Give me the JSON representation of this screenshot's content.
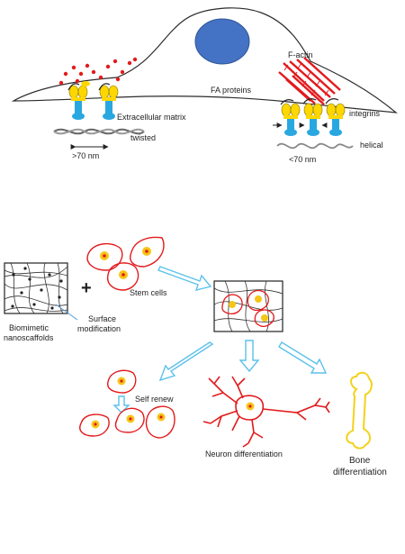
{
  "labels": {
    "f_actin": "F-actin",
    "fa_proteins": "FA proteins",
    "extracellular_matrix": "Extracellular matrix",
    "integrins": "integrins",
    "twisted": "twisted",
    "helical": "helical",
    "gt70": ">70 nm",
    "lt70": "<70 nm",
    "stem_cells": "Stem cells",
    "surface_line1": "Surface",
    "surface_line2": "modification",
    "biomimetic_line1": "Biomimetic",
    "biomimetic_line2": "nanoscaffolds",
    "self_renew": "Self renew",
    "neuron_differentiation": "Neuron differentiation",
    "bone_line1": "Bone",
    "bone_line2": "differentiation",
    "plus": "+"
  },
  "colors": {
    "cell_outline": "#2b2b2b",
    "nucleus": "#4472c4",
    "integrin_yellow": "#ffd700",
    "integrin_blue": "#29a8e0",
    "red": "#e31a1c",
    "arrow_blue": "#5bc0eb",
    "bone_yellow": "#f2d21b",
    "nucleus_yellow": "#f5c518"
  }
}
